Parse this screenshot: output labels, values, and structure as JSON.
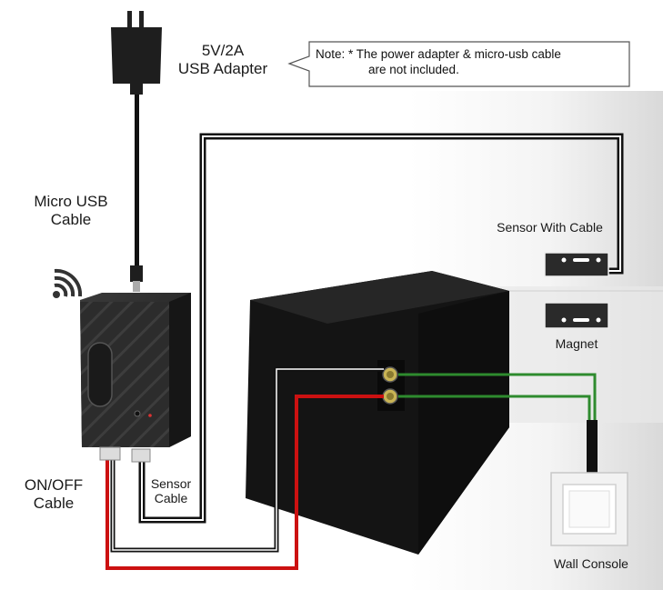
{
  "labels": {
    "adapter_line1": "5V/2A",
    "adapter_line2": "USB Adapter",
    "note_line1": "Note: * The power adapter & micro-usb cable",
    "note_line2": "are not included.",
    "micro_usb_line1": "Micro USB",
    "micro_usb_line2": "Cable",
    "sensor_with_cable": "Sensor With Cable",
    "magnet": "Magnet",
    "onoff_line1": "ON/OFF",
    "onoff_line2": "Cable",
    "sensor_cable_line1": "Sensor",
    "sensor_cable_line2": "Cable",
    "wall_console": "Wall Console"
  },
  "icons": {
    "wifi": "wifi-icon",
    "adapter": "usb-adapter-icon",
    "controller": "controller-box",
    "opener": "garage-door-opener",
    "switch": "wall-switch"
  },
  "colors": {
    "red_wire": "#cc1111",
    "green_wire": "#2e8b2e",
    "black_wire": "#111111",
    "terminal": "#c9b455"
  }
}
